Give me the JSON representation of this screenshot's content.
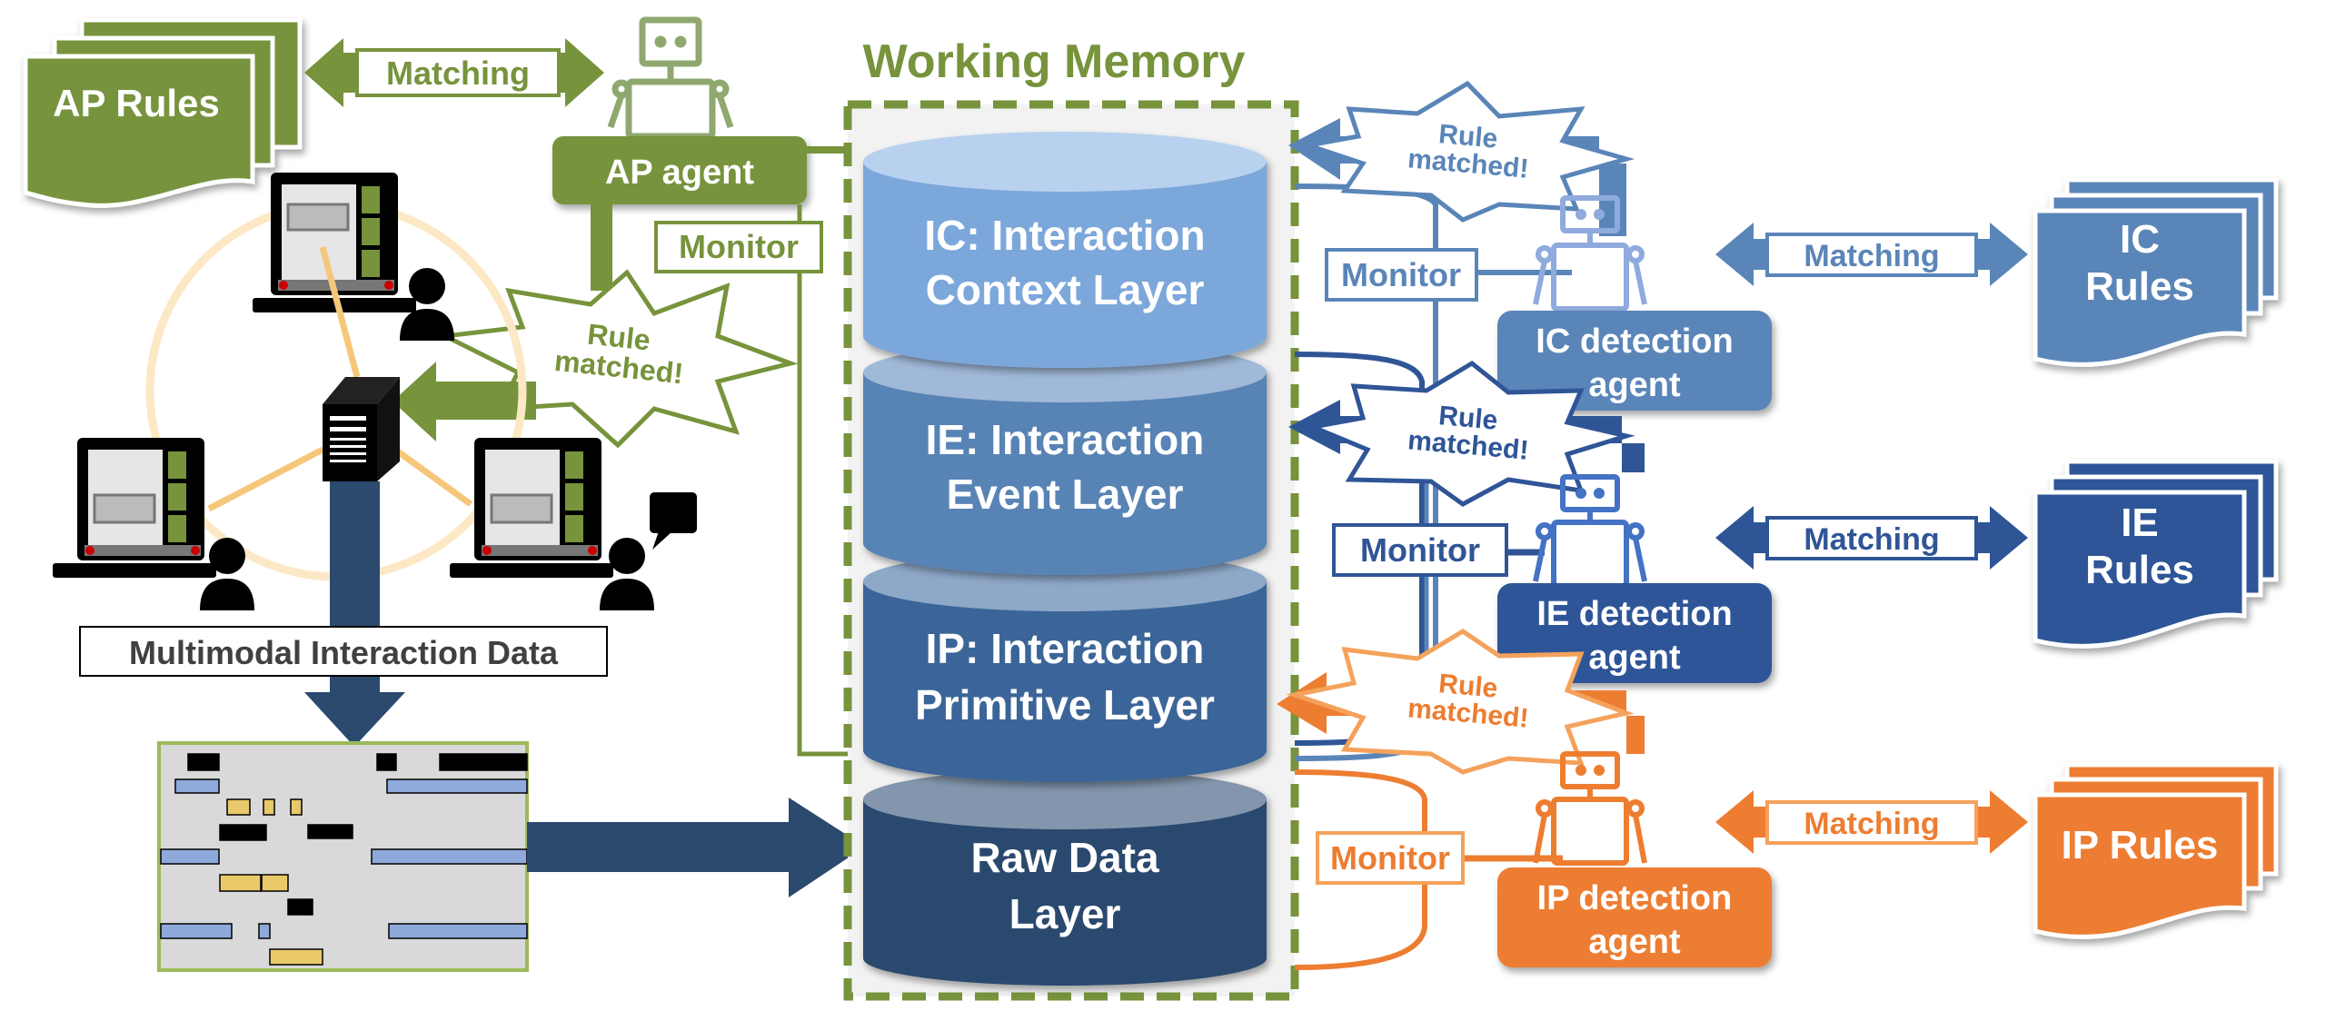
{
  "title": "Working Memory",
  "colors": {
    "ap": "#77933c",
    "ic": "#5a85b8",
    "ic_light": "#8faadc",
    "ie": "#2f5597",
    "ie_light": "#4472c4",
    "ip": "#ed7d31",
    "ip_light": "#f4a25b",
    "raw": "#2b4a6e",
    "orange_link": "#f6c77a"
  },
  "layers": [
    {
      "id": "ic",
      "line1": "IC: Interaction",
      "line2": "Context Layer"
    },
    {
      "id": "ie",
      "line1": "IE: Interaction",
      "line2": "Event Layer"
    },
    {
      "id": "ip",
      "line1": "IP: Interaction",
      "line2": "Primitive Layer"
    },
    {
      "id": "raw",
      "line1": "Raw Data",
      "line2": "Layer"
    }
  ],
  "ap": {
    "rules_label": "AP Rules",
    "matching_label": "Matching",
    "agent_label": "AP agent",
    "monitor_label": "Monitor",
    "rule_matched_1": "Rule",
    "rule_matched_2": "matched!"
  },
  "detectors": [
    {
      "id": "ic",
      "agent_line1": "IC detection",
      "agent_line2": "agent",
      "rules_line1": "IC",
      "rules_line2": "Rules",
      "matching_label": "Matching",
      "monitor_label": "Monitor",
      "rule_matched_1": "Rule",
      "rule_matched_2": "matched!"
    },
    {
      "id": "ie",
      "agent_line1": "IE detection",
      "agent_line2": "agent",
      "rules_line1": "IE",
      "rules_line2": "Rules",
      "matching_label": "Matching",
      "monitor_label": "Monitor",
      "rule_matched_1": "Rule",
      "rule_matched_2": "matched!"
    },
    {
      "id": "ip",
      "agent_line1": "IP detection",
      "agent_line2": "agent",
      "rules_line1": "IP Rules",
      "rules_line2": "",
      "matching_label": "Matching",
      "monitor_label": "Monitor",
      "rule_matched_1": "Rule",
      "rule_matched_2": "matched!"
    }
  ],
  "data_source": {
    "label": "Multimodal Interaction Data"
  }
}
